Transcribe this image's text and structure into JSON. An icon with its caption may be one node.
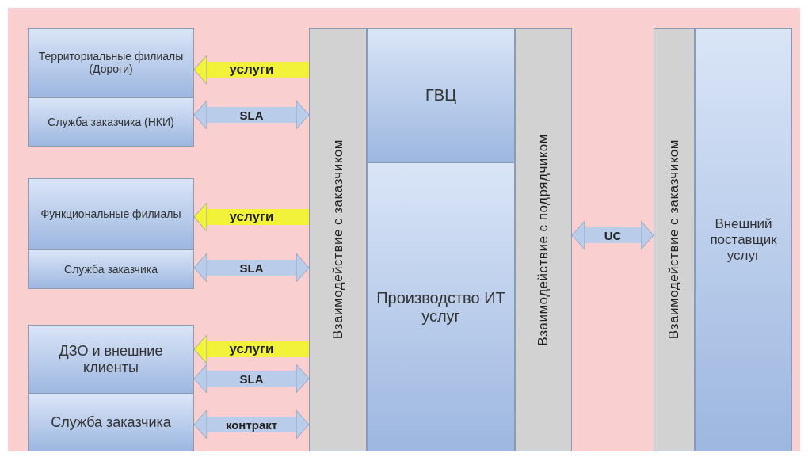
{
  "diagram": {
    "nodes": [
      {
        "text": [
          "Территориальные филиалы (Дороги)"
        ]
      },
      {
        "text": [
          "Служба заказчика (НКИ)"
        ]
      },
      {
        "text": [
          "Функциональные филиалы"
        ]
      },
      {
        "text": [
          "Служба заказчика"
        ]
      },
      {
        "text": [
          "ДЗО и внешние клиенты"
        ]
      },
      {
        "text": [
          "Служба заказчика"
        ]
      },
      {
        "text": [
          "Взаимодействие с заказчиком"
        ]
      },
      {
        "text": [
          "ГВЦ"
        ]
      },
      {
        "text": [
          "Производство ИТ услуг"
        ]
      },
      {
        "text": [
          "Взаимодействие с подрядчиком"
        ]
      },
      {
        "text": [
          "Взаимодействие с заказчиком"
        ]
      },
      {
        "text": [
          "Внешний поставщик услуг"
        ]
      }
    ],
    "edges": [
      {
        "from": 6,
        "to": 0,
        "arrow": "to",
        "label": "услуги",
        "color": "#f2f23a"
      },
      {
        "from": 1,
        "to": 6,
        "arrow": "both",
        "label": "SLA"
      },
      {
        "from": 6,
        "to": 2,
        "arrow": "to",
        "label": "услуги",
        "color": "#f2f23a"
      },
      {
        "from": 3,
        "to": 6,
        "arrow": "both",
        "label": "SLA"
      },
      {
        "from": 6,
        "to": 4,
        "arrow": "to",
        "label": "услуги",
        "color": "#f2f23a"
      },
      {
        "from": 4,
        "to": 6,
        "arrow": "both",
        "label": "SLA"
      },
      {
        "from": 5,
        "to": 6,
        "arrow": "both",
        "label": "контракт"
      },
      {
        "from": 9,
        "to": 10,
        "arrow": "both",
        "label": "UC"
      }
    ]
  }
}
